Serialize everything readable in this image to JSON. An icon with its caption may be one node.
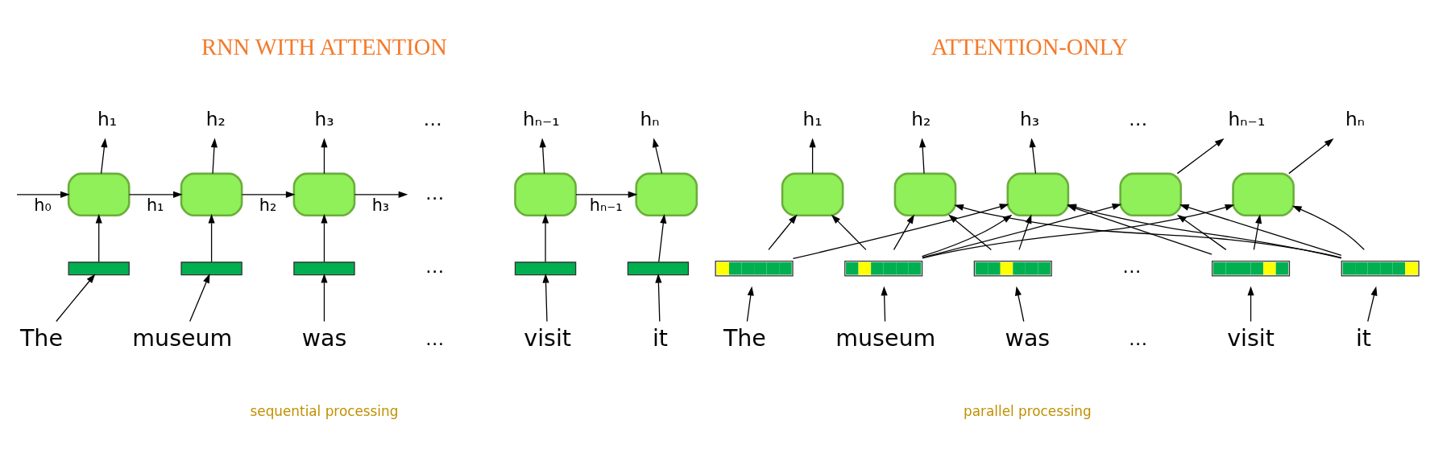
{
  "diagram": {
    "nodes": [
      {
        "text": [
          "h₁"
        ]
      },
      {
        "text": [
          "h₂"
        ]
      },
      {
        "text": [
          "h₃"
        ]
      },
      {
        "text": [
          "hₙ₋₁"
        ]
      },
      {
        "text": [
          "hₙ"
        ]
      },
      {
        "text": [],
        "shape": "box"
      },
      {
        "text": [],
        "shape": "box"
      },
      {
        "text": [],
        "shape": "box"
      },
      {
        "text": [],
        "shape": "box"
      },
      {
        "text": [],
        "shape": "box"
      },
      {
        "text": [
          "…"
        ]
      },
      {
        "text": [],
        "shape": "bar"
      },
      {
        "text": [],
        "shape": "bar"
      },
      {
        "text": [],
        "shape": "bar"
      },
      {
        "text": [],
        "shape": "bar"
      },
      {
        "text": [],
        "shape": "bar"
      },
      {
        "text": [
          "The"
        ]
      },
      {
        "text": [
          "museum"
        ]
      },
      {
        "text": [
          "was"
        ]
      },
      {
        "text": [
          "visit"
        ]
      },
      {
        "text": [
          "it"
        ]
      },
      {
        "text": [
          "h₁"
        ]
      },
      {
        "text": [
          "h₂"
        ]
      },
      {
        "text": [
          "h₃"
        ]
      },
      {
        "text": [
          "hₙ₋₁"
        ]
      },
      {
        "text": [
          "hₙ"
        ]
      },
      {
        "text": [],
        "shape": "box"
      },
      {
        "text": [],
        "shape": "box"
      },
      {
        "text": [],
        "shape": "box"
      },
      {
        "text": [],
        "shape": "box"
      },
      {
        "text": [],
        "shape": "box"
      },
      {
        "text": [],
        "shape": "bar"
      },
      {
        "text": [],
        "shape": "bar"
      },
      {
        "text": [],
        "shape": "bar"
      },
      {
        "text": [],
        "shape": "bar"
      },
      {
        "text": [],
        "shape": "bar"
      },
      {
        "text": [
          "The"
        ]
      },
      {
        "text": [
          "museum"
        ]
      },
      {
        "text": [
          "was"
        ]
      },
      {
        "text": [
          "visit"
        ]
      },
      {
        "text": [
          "it"
        ]
      }
    ],
    "edges": [
      {
        "from": 16,
        "to": 11,
        "arrow": "to"
      },
      {
        "from": 17,
        "to": 12,
        "arrow": "to"
      },
      {
        "from": 18,
        "to": 13,
        "arrow": "to"
      },
      {
        "from": 19,
        "to": 14,
        "arrow": "to"
      },
      {
        "from": 20,
        "to": 15,
        "arrow": "to"
      },
      {
        "from": 11,
        "to": 5,
        "arrow": "to"
      },
      {
        "from": 12,
        "to": 6,
        "arrow": "to"
      },
      {
        "from": 13,
        "to": 7,
        "arrow": "to"
      },
      {
        "from": 14,
        "to": 8,
        "arrow": "to"
      },
      {
        "from": 15,
        "to": 9,
        "arrow": "to"
      },
      {
        "from": 5,
        "to": 0,
        "arrow": "to"
      },
      {
        "from": 6,
        "to": 1,
        "arrow": "to"
      },
      {
        "from": 7,
        "to": 2,
        "arrow": "to"
      },
      {
        "from": 8,
        "to": 3,
        "arrow": "to"
      },
      {
        "from": 9,
        "to": 4,
        "arrow": "to"
      },
      {
        "from": null,
        "to": 5,
        "arrow": "to",
        "label": "h₀"
      },
      {
        "from": 5,
        "to": 6,
        "arrow": "to",
        "label": "h₁"
      },
      {
        "from": 6,
        "to": 7,
        "arrow": "to",
        "label": "h₂"
      },
      {
        "from": 7,
        "to": 10,
        "arrow": "to",
        "label": "h₃"
      },
      {
        "from": 8,
        "to": 9,
        "arrow": "to",
        "label": "hₙ₋₁"
      },
      {
        "from": 36,
        "to": 31,
        "arrow": "to"
      },
      {
        "from": 37,
        "to": 32,
        "arrow": "to"
      },
      {
        "from": 38,
        "to": 33,
        "arrow": "to"
      },
      {
        "from": 39,
        "to": 34,
        "arrow": "to"
      },
      {
        "from": 40,
        "to": 35,
        "arrow": "to"
      },
      {
        "from": 31,
        "to": 26,
        "arrow": "to"
      },
      {
        "from": 31,
        "to": 28,
        "arrow": "to"
      },
      {
        "from": 32,
        "to": 26,
        "arrow": "to"
      },
      {
        "from": 32,
        "to": 27,
        "arrow": "to"
      },
      {
        "from": 32,
        "to": 28,
        "arrow": "to"
      },
      {
        "from": 32,
        "to": 29,
        "arrow": "to"
      },
      {
        "from": 32,
        "to": 30,
        "arrow": "to"
      },
      {
        "from": 33,
        "to": 27,
        "arrow": "to"
      },
      {
        "from": 33,
        "to": 28,
        "arrow": "to"
      },
      {
        "from": 34,
        "to": 28,
        "arrow": "to"
      },
      {
        "from": 34,
        "to": 29,
        "arrow": "to"
      },
      {
        "from": 34,
        "to": 30,
        "arrow": "to"
      },
      {
        "from": 35,
        "to": 27,
        "arrow": "to"
      },
      {
        "from": 35,
        "to": 28,
        "arrow": "to"
      },
      {
        "from": 35,
        "to": 29,
        "arrow": "to"
      },
      {
        "from": 35,
        "to": 30,
        "arrow": "to"
      },
      {
        "from": 26,
        "to": 21,
        "arrow": "to"
      },
      {
        "from": 27,
        "to": 22,
        "arrow": "to"
      },
      {
        "from": 28,
        "to": 23,
        "arrow": "to"
      },
      {
        "from": 29,
        "to": 24,
        "arrow": "to"
      },
      {
        "from": 30,
        "to": 25,
        "arrow": "to"
      }
    ],
    "labels": [
      "RNN WITH ATTENTION",
      "ATTENTION-ONLY",
      "…",
      "…",
      "…",
      "sequential processing",
      "…",
      "…",
      "…",
      "parallel processing"
    ]
  }
}
